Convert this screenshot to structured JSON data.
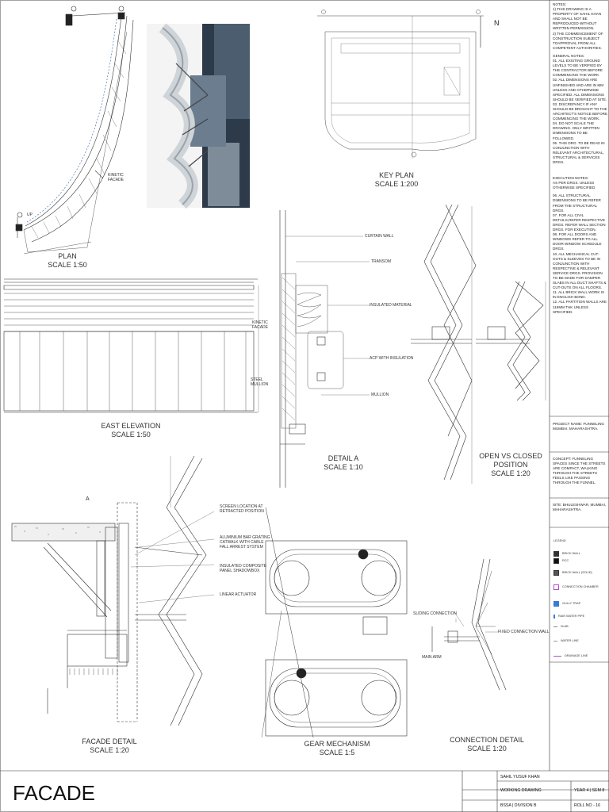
{
  "sheet": {
    "title": "FACADE",
    "north_label": "N"
  },
  "views": {
    "plan": {
      "title": "PLAN",
      "scale": "SCALE 1:50",
      "label_kinetic": "KINETIC FACADE",
      "label_up": "UP"
    },
    "key_plan": {
      "title": "KEY PLAN",
      "scale": "SCALE 1:200"
    },
    "east_elevation": {
      "title": "EAST ELEVATION",
      "scale": "SCALE 1:50",
      "label_kinetic": "KINETIC FACADE",
      "label_steel": "STEEL MULLION"
    },
    "detail_a": {
      "title": "DETAIL A",
      "scale": "SCALE 1:10",
      "labels": [
        "CURTAIN WALL",
        "TRANSOM",
        "INSULATED MATERIAL",
        "ACP WITH INSULATION",
        "MULLION"
      ]
    },
    "open_closed": {
      "title": "OPEN VS CLOSED POSITION",
      "scale": "SCALE 1:20"
    },
    "facade_detail": {
      "title": "FACADE DETAIL",
      "scale": "SCALE 1:20",
      "marker": "A",
      "labels": [
        "SCREEN LOCATION AT RETRACTED POSITION",
        "ALUMINIUM BAR GRATING CATWALK WITH CABLE FALL ARREST SYSTEM",
        "INSULATED COMPOSITE PANEL SHADOWBOX",
        "LINEAR ACTUATOR"
      ]
    },
    "gear": {
      "title": "GEAR MECHANISM",
      "scale": "SCALE 1:5"
    },
    "connection": {
      "title": "CONNECTION DETAIL",
      "scale": "SCALE 1:20",
      "labels": [
        "SLIDING CONNECTION",
        "FIXED CONNECTION WALL",
        "MAIN ARM"
      ]
    }
  },
  "notes": {
    "heading": "NOTES:",
    "lines": [
      "1) THIS DRAWING IS A PROPERTY OF SAHIL KHAN AND SHALL NOT BE REPRODUCED WITHOUT WRITTEN PERMISSION.",
      "2) THE COMMENCEMENT OF CONSTRUCTION SUBJECT TOAPPROVAL FROM ALL COMPETENT AUTHORITIES."
    ],
    "general_heading": "GENERAL NOTES:",
    "general": [
      "01. ALL EXISTING GROUND LEVELS TO BE VERIFIED BY THE CONTRACTOR BEFORE COMMENCING THE WORK",
      "02. ALL DIMENSIONS ARE UNFINISHED AND ARE IN MM UNLESS AND OTHERWISE SPECIFIED. ALL DIMENSIONS SHOULD BE VERIFIED AT SITE.",
      "03. DISCREPANCY IF ANY SHOULD BE BROUGHT TO THE ARCHITECT'S NOTICE BEFORE COMMENCING THE WORK.",
      "04. DO NOT SCALE THE DRAWING. ONLY WRITTEN DIMENSIONS TO BE FOLLOWED.",
      "05. THIS DRG. TO BE READ IN CONJUNCTION WITH RELEVANT ARCHITECTURAL, STRUCTURAL & SERVICES DRGS."
    ],
    "execution_heading": "EXECUTION NOTES:",
    "execution": [
      "AS PER DRGS. UNLESS OTHERWISE SPECIFIED",
      "06. ALL STRUCTURAL DIMENSIONS TO BE REFER FROM THE STRUCTURAL DRGS.",
      "07. FOR ALL CIVIL DETAILS,REFER RESPECTIVE DRGS. REFER WALL SECTION DRGS. FOR EXECUTION.",
      "08. FOR ALL DOORS AND WINDOWS REFER TO ALL DOOR WINDOW SCHEDULE DRGS.",
      "10. ALL MECHANICAL CUT-OUTS & SLEEVES TO BE IN CONJUNCTION WITH RESPECTIVE & RELEVANT SERVICE DRGS. PROVISION TO BE MADE FOR DAMPER SLABS IN ALL DUCT SHAFTS & CUT-OUTS ON ALL FLOORS.",
      "11. ALL BRICK WALL WORK IS IN ENGLISH BOND.",
      "12. ALL PARTITION WALLS ARE 115MM THK UNLESS SPECIFIED."
    ],
    "project": "PROJECT NAME: FUNNELING MUMBAI, MAHARASHTRA.",
    "concept": "CONCEPT: FUNNELING SPACES SINCE THE STREETS ARE COMPACT, WALKING THROUGH THE STREETS FEELS LIKE PASSING THROUGH THE FUNNEL.",
    "site": "SITE: BHULESHWAR, MUMBAI, MAHARASHTRA.",
    "legend_heading": "LEGEND",
    "legend": [
      "BRICK WALL",
      "RCC",
      "BRICK WALL (SOLID)",
      "CONNECTION CHAMBER",
      "GULLY TRAP",
      "RAIN WATER PIPE",
      "SLAB",
      "WATER LINE",
      "DRAINAGE LINE"
    ],
    "legend_colors": [
      "#333333",
      "#111111",
      "#555555",
      "#b14fd0",
      "#3a7bd5",
      "#3a7bd5",
      "#888888",
      "#999999",
      "#b14fd0"
    ]
  },
  "title_block": {
    "name": "SAHIL YUSUF KHAN",
    "drawing": "WORKING DRAWING",
    "year": "YEAR 4 | SEM 8",
    "course": "BSSA | DIVISION B",
    "roll": "ROLL NO - 16"
  }
}
